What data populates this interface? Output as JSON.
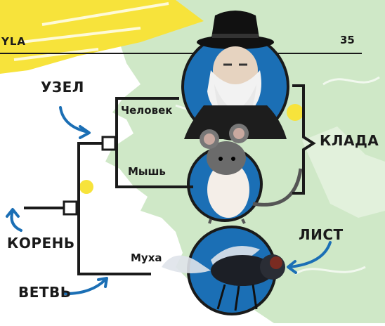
{
  "header": {
    "brand": "YLA",
    "page_number": "35"
  },
  "tree": {
    "leaves": {
      "human": "Человек",
      "mouse": "Мышь",
      "fly": "Муха"
    },
    "callouts": {
      "node": "УЗЕЛ",
      "clade": "КЛАДА",
      "root": "КОРЕНЬ",
      "leaf": "ЛИСТ",
      "branch": "ВЕТВЬ"
    }
  },
  "colors": {
    "accent_blue": "#1b6fb5",
    "yellow": "#f7e33b",
    "green": "#cfe8c7",
    "ink": "#1a1a1a"
  }
}
